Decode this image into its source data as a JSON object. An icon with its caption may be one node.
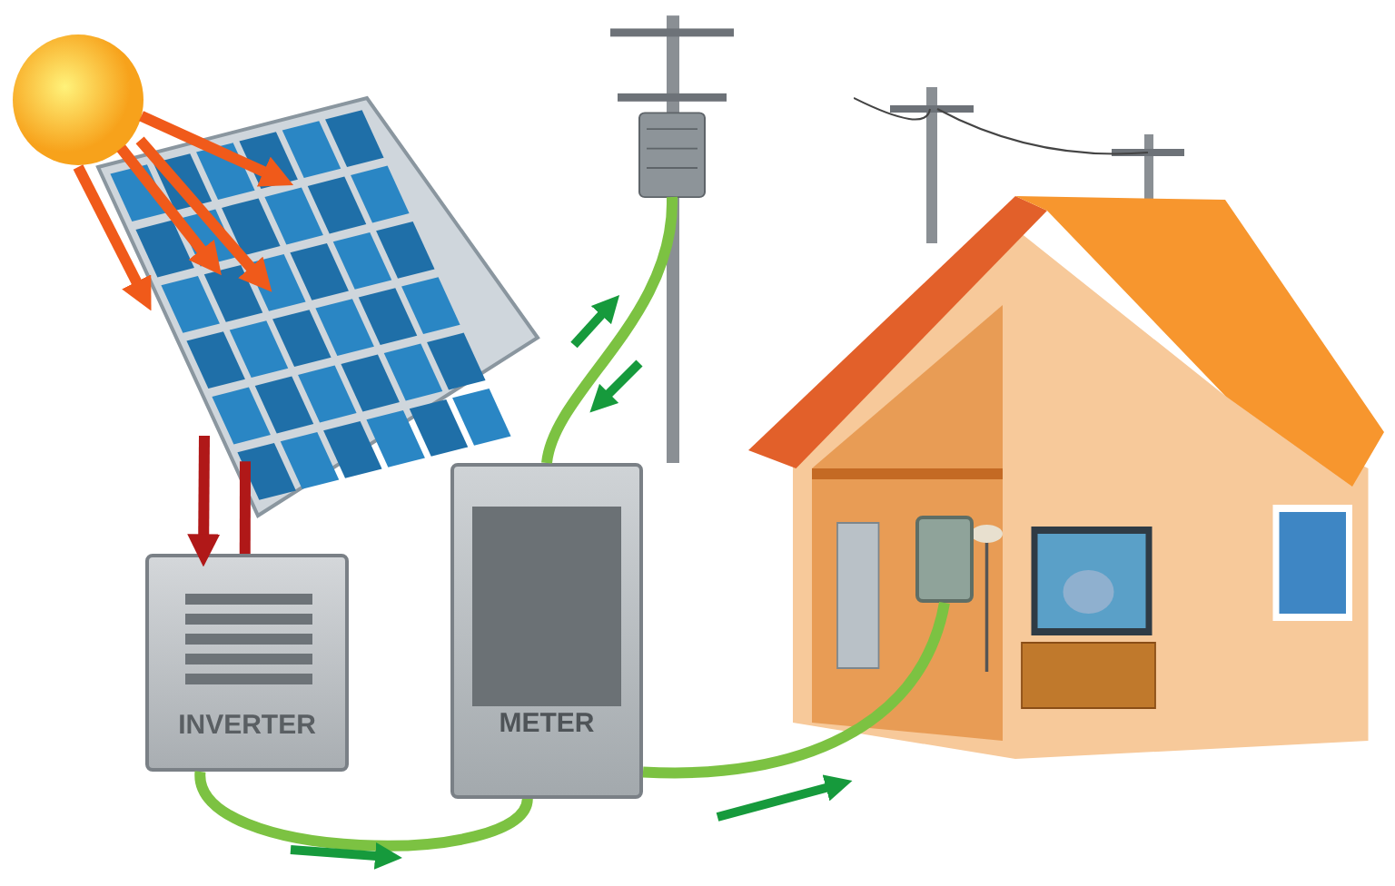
{
  "diagram": {
    "nodes": [
      {
        "text": [],
        "shape": "picture"
      },
      {
        "text": [],
        "shape": "picture"
      },
      {
        "text": [
          "INVERTER"
        ]
      },
      {
        "text": [
          "METER"
        ]
      },
      {
        "text": [],
        "shape": "picture"
      },
      {
        "text": [],
        "shape": "picture"
      },
      {
        "text": [],
        "shape": "box",
        "in": 5
      }
    ],
    "edges": [
      {
        "from": 0,
        "to": 1,
        "arrow": "to",
        "color": "#f05a1a"
      },
      {
        "from": 0,
        "to": 1,
        "arrow": "to",
        "color": "#f05a1a"
      },
      {
        "from": 0,
        "to": 1,
        "arrow": "to",
        "color": "#f05a1a"
      },
      {
        "from": 0,
        "to": 1,
        "arrow": "to",
        "color": "#f05a1a"
      },
      {
        "from": 1,
        "to": 2,
        "arrow": "to",
        "color": "#b01818"
      },
      {
        "from": 1,
        "to": 2,
        "arrow": "none",
        "color": "#b01818"
      },
      {
        "from": 2,
        "to": 3,
        "arrow": "none",
        "color": "#7cc242"
      },
      {
        "from": 3,
        "to": 4,
        "arrow": "none",
        "color": "#7cc242"
      },
      {
        "from": 3,
        "to": 6,
        "arrow": "none",
        "color": "#7cc242"
      }
    ]
  }
}
